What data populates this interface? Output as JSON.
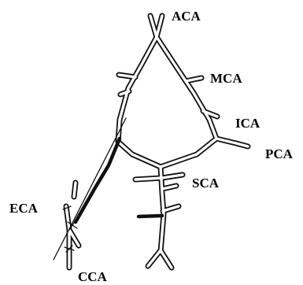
{
  "labels": {
    "aca": "ACA",
    "mca": "MCA",
    "ica": "ICA",
    "pca": "PCA",
    "sca": "SCA",
    "eca": "ECA",
    "cca": "CCA"
  },
  "colors": {
    "vessel_outline": "#111111",
    "background": "#ffffff"
  }
}
